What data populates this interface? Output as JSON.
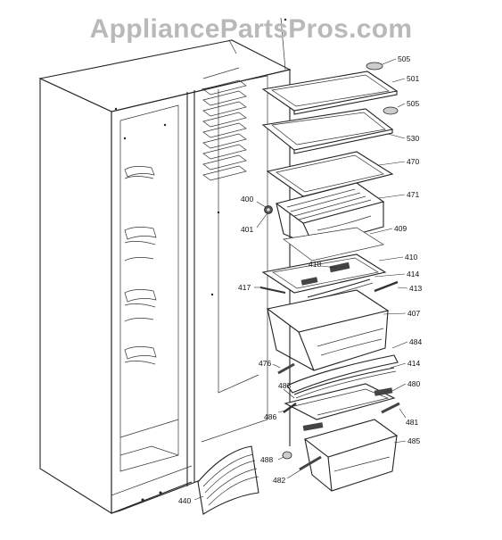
{
  "watermark": "AppliancePartsPros.com",
  "callouts": {
    "c505a": "505",
    "c501": "501",
    "c505b": "505",
    "c530": "530",
    "c470": "470",
    "c471": "471",
    "c400": "400",
    "c401": "401",
    "c409": "409",
    "c410": "410",
    "c418": "418",
    "c414a": "414",
    "c417": "417",
    "c413": "413",
    "c407": "407",
    "c484": "484",
    "c476": "476",
    "c414b": "414",
    "c483": "483",
    "c480": "480",
    "c486": "486",
    "c481": "481",
    "c485": "485",
    "c488": "488",
    "c482": "482",
    "c440": "440"
  }
}
